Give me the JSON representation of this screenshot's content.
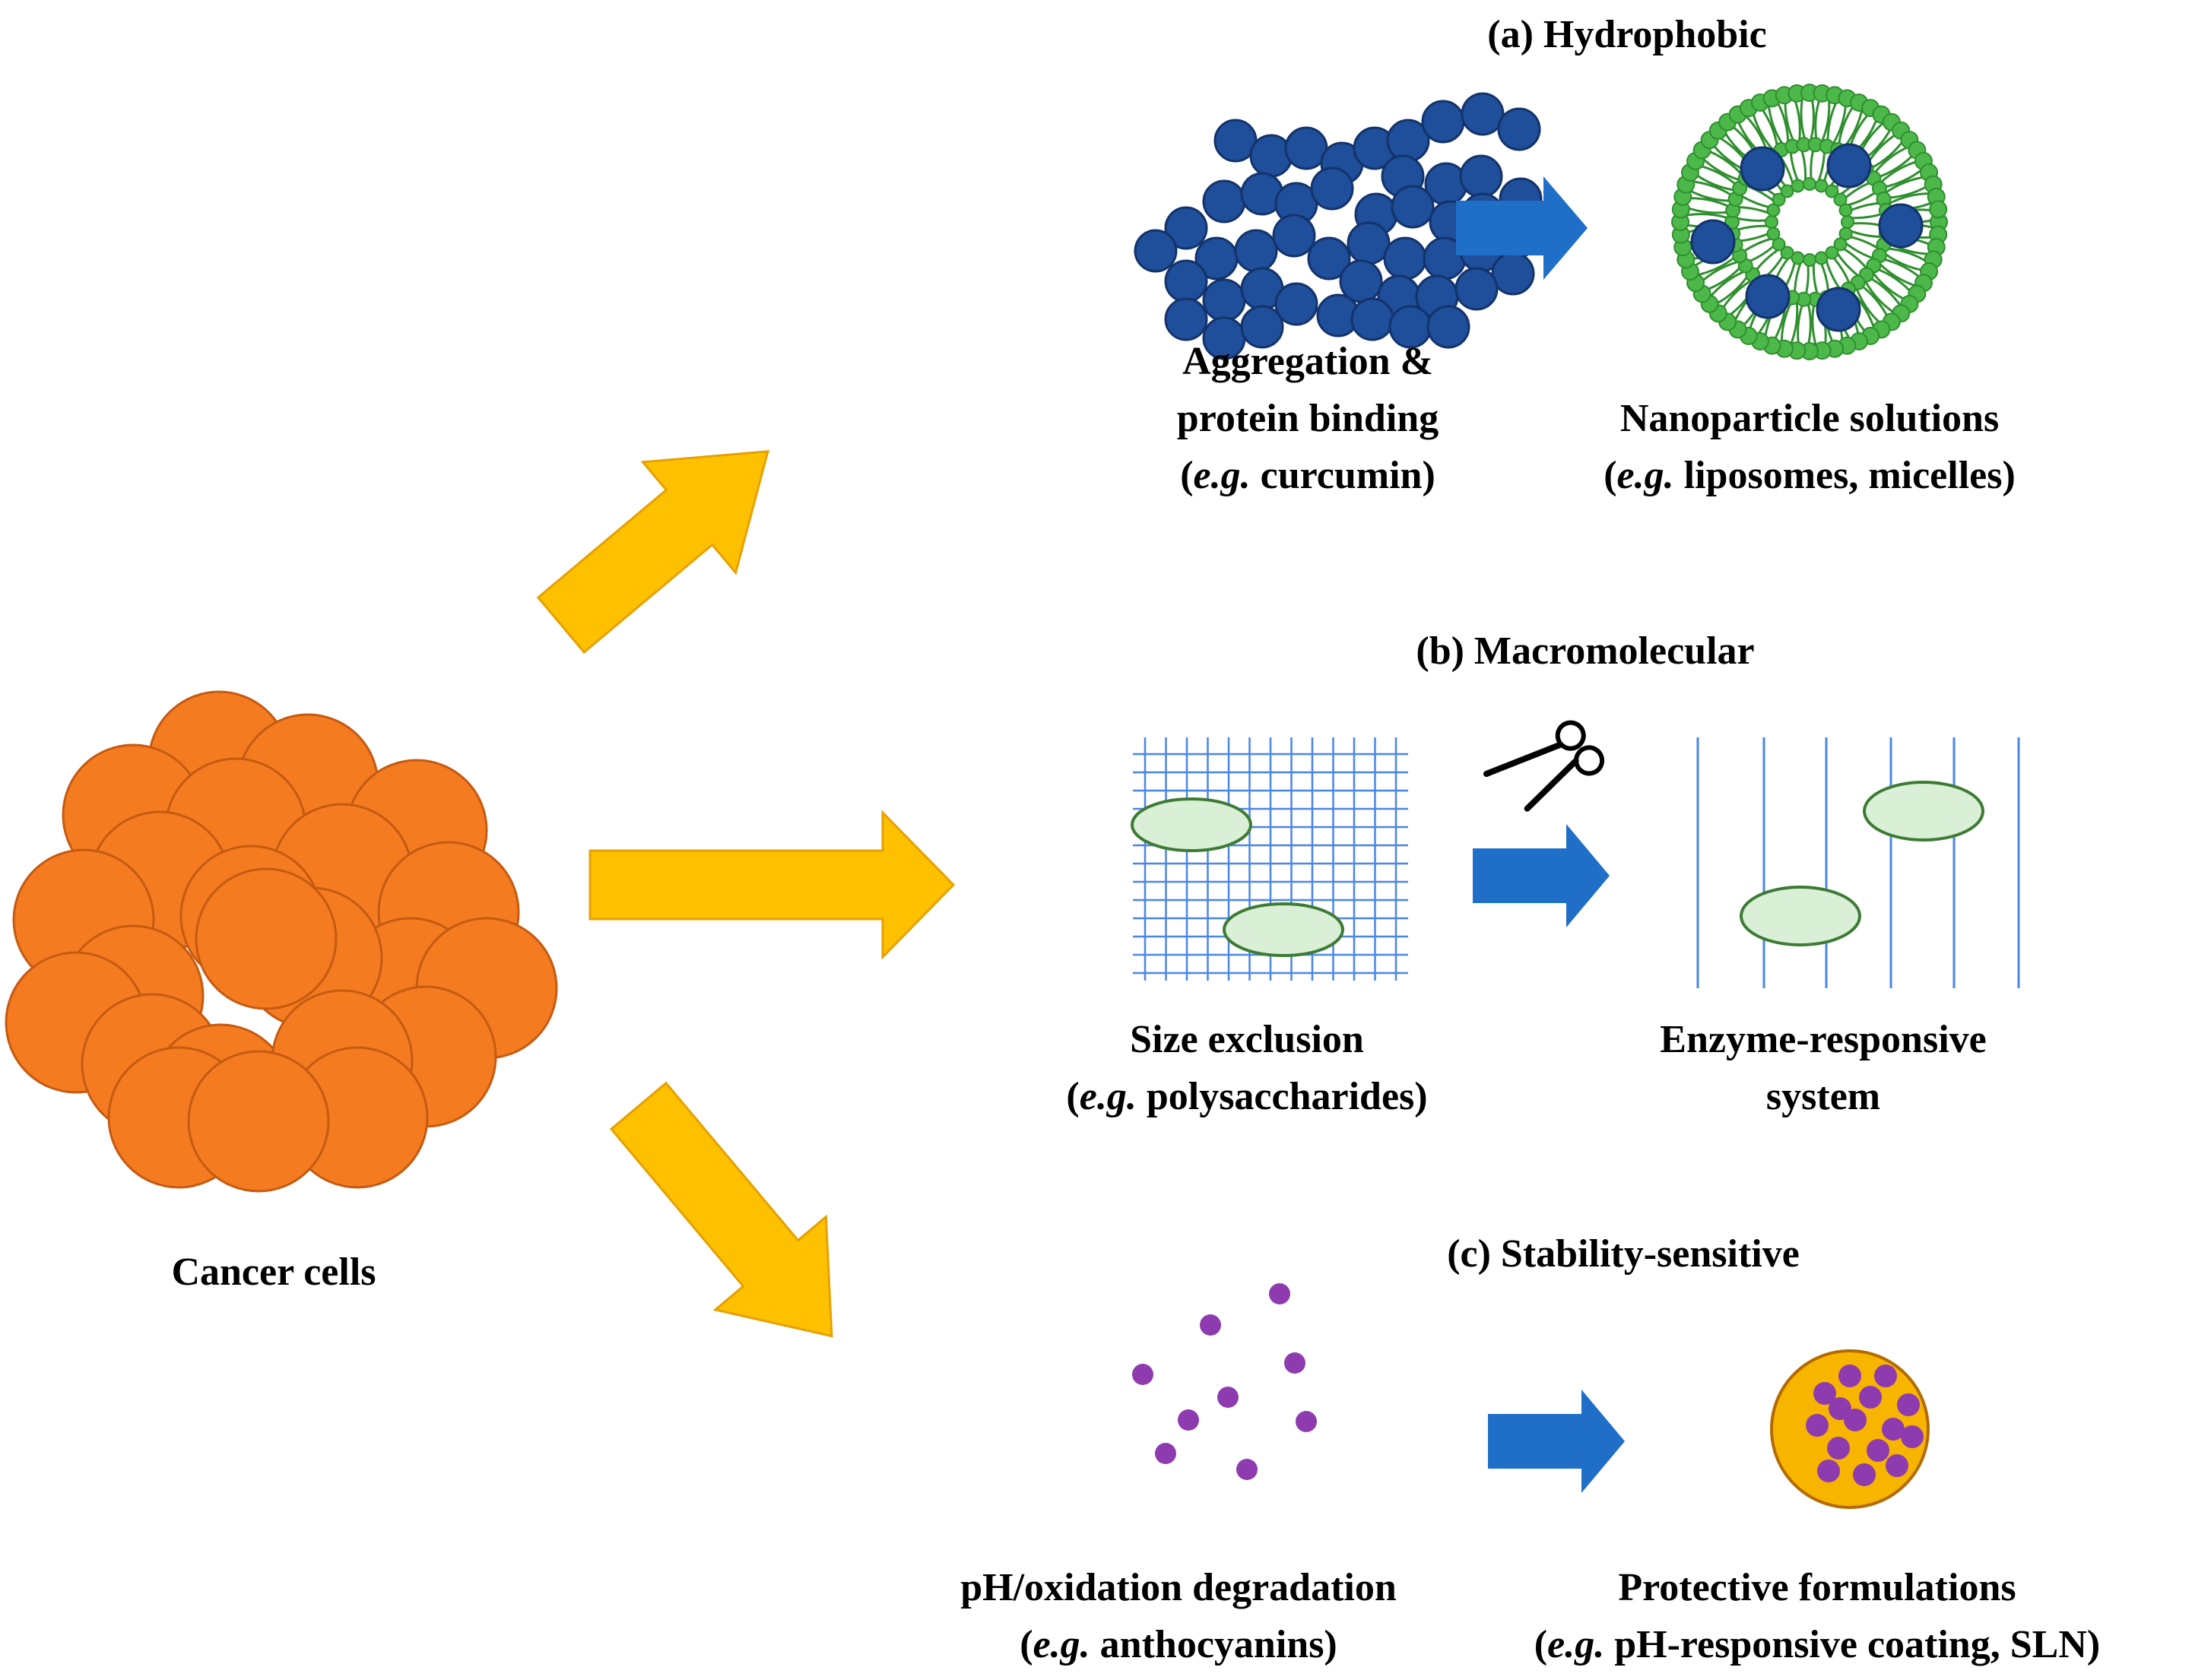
{
  "colors": {
    "cancer_fill": "#F47B20",
    "cancer_stroke": "#C55A11",
    "yellow_arrow": "#FFC000",
    "yellow_arrow_stroke": "#E5A100",
    "blue_arrow": "#1F6FC8",
    "drug_blue": "#1F4E9A",
    "drug_blue_stroke": "#13336B",
    "lipid_green": "#4CB84A",
    "lipid_green_dark": "#2F8F2E",
    "mesh_blue": "#4A86E8",
    "ellipse_fill": "#D9EFD6",
    "ellipse_stroke": "#3D7B35",
    "purple": "#8E3BB0",
    "coating_fill": "#F7B500",
    "coating_stroke": "#B36B00"
  },
  "left": {
    "label": "Cancer cells"
  },
  "section_a": {
    "title": "(a) Hydrophobic",
    "left_lines": [
      "Aggregation &",
      "protein binding"
    ],
    "left_eg_prefix": "(",
    "left_eg_italic": "e.g.",
    "left_eg_rest": " curcumin)",
    "right_line": "Nanoparticle solutions",
    "right_eg_prefix": "(",
    "right_eg_italic": "e.g.",
    "right_eg_rest": " liposomes, micelles)"
  },
  "section_b": {
    "title": "(b) Macromolecular",
    "left_line": "Size exclusion",
    "left_eg_prefix": "(",
    "left_eg_italic": "e.g.",
    "left_eg_rest": " polysaccharides)",
    "right_lines": [
      "Enzyme-responsive",
      "system"
    ],
    "scissors_icon": "scissors-icon"
  },
  "section_c": {
    "title": "(c) Stability-sensitive",
    "left_line": "pH/oxidation degradation",
    "left_eg_prefix": "(",
    "left_eg_italic": "e.g.",
    "left_eg_rest": " anthocyanins)",
    "right_line": "Protective formulations",
    "right_eg_prefix": "(",
    "right_eg_italic": "e.g.",
    "right_eg_rest": " pH-responsive coating, SLN)"
  }
}
